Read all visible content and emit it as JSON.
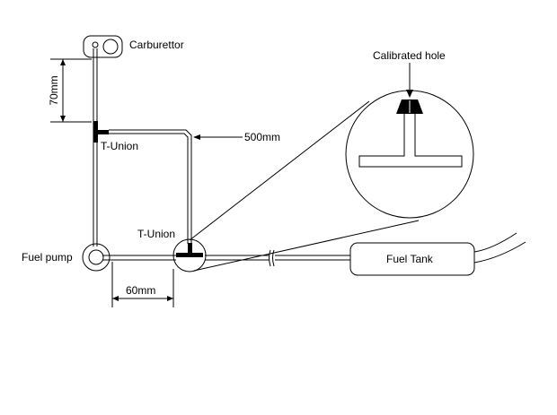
{
  "labels": {
    "carburettor": "Carburettor",
    "calibrated_hole": "Calibrated hole",
    "dim_70": "70mm",
    "t_union_upper": "T-Union",
    "dim_500": "500mm",
    "t_union_lower": "T-Union",
    "fuel_pump": "Fuel pump",
    "fuel_tank": "Fuel Tank",
    "dim_60": "60mm"
  }
}
